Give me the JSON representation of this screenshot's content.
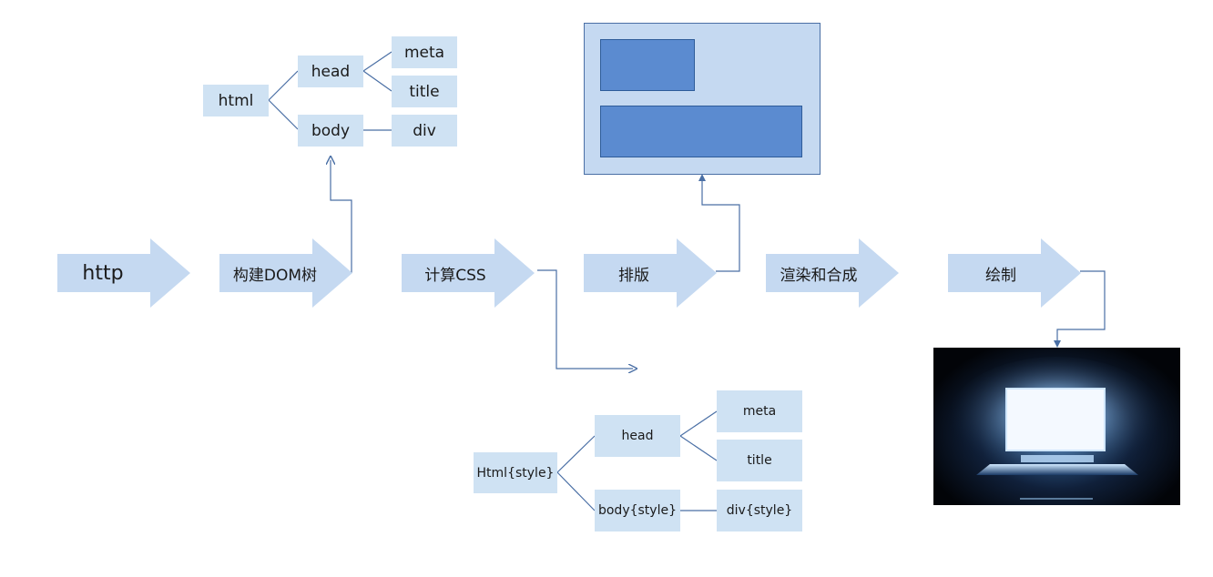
{
  "pipeline": {
    "steps": [
      {
        "id": "http",
        "label": "http"
      },
      {
        "id": "build-dom",
        "label": "构建DOM树"
      },
      {
        "id": "compute-css",
        "label": "计算CSS"
      },
      {
        "id": "layout",
        "label": "排版"
      },
      {
        "id": "render-composite",
        "label": "渲染和合成"
      },
      {
        "id": "paint",
        "label": "绘制"
      }
    ]
  },
  "dom_tree": {
    "root": "html",
    "head": "head",
    "body": "body",
    "meta": "meta",
    "title": "title",
    "div": "div"
  },
  "styled_tree": {
    "root": "Html{style}",
    "head": "head",
    "body": "body{style}",
    "meta": "meta",
    "title": "title",
    "div": "div{style}"
  },
  "colors": {
    "node_fill": "#cfe2f3",
    "arrow_fill": "#c5d9f1",
    "connector": "#4a6fa5",
    "layout_block": "#5b8bd0"
  }
}
